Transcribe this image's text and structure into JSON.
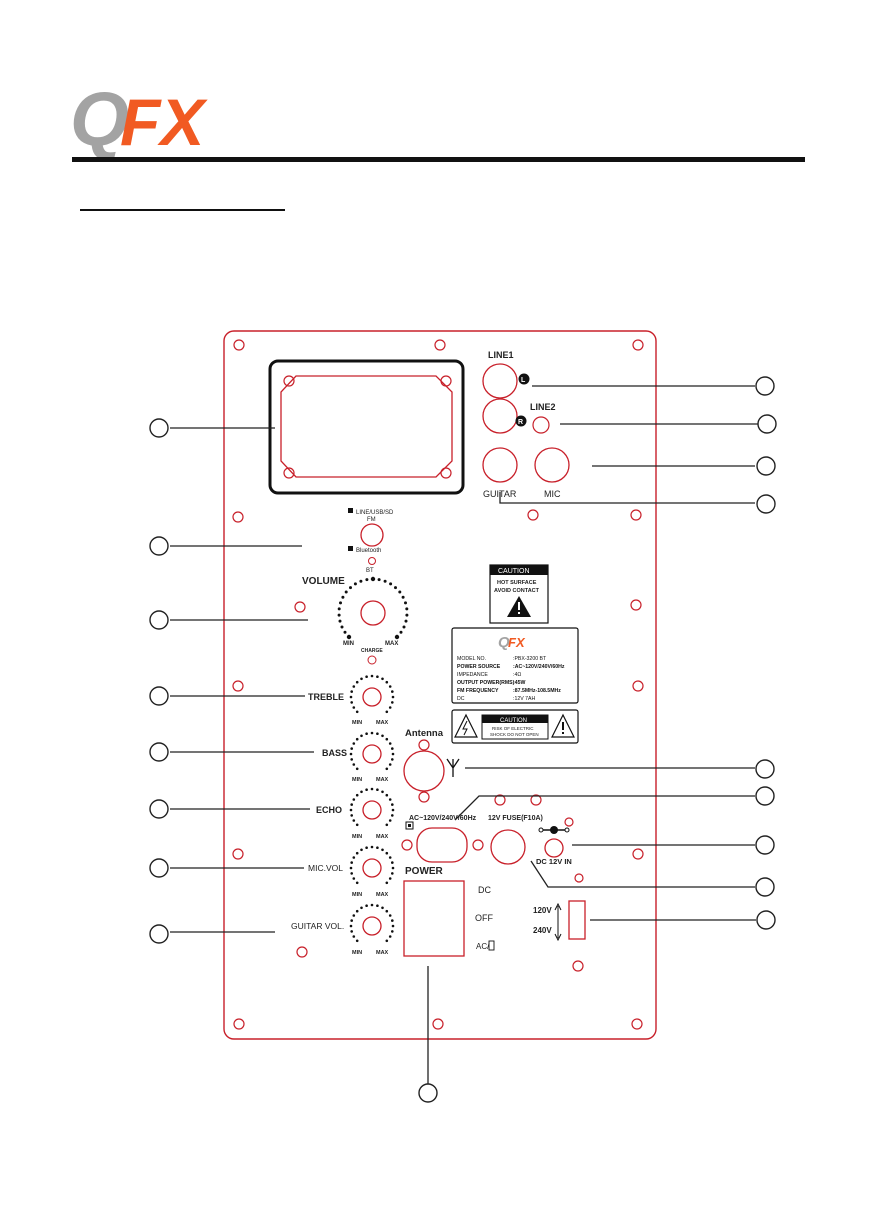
{
  "logo": {
    "text_q": "Q",
    "text_fx": "FX",
    "color_q": "#a3a3a3",
    "color_fx": "#f15a22"
  },
  "panel": {
    "line1": "LINE1",
    "l_badge": "L",
    "r_badge": "R",
    "line2": "LINE2",
    "guitar": "GUITAR",
    "mic": "MIC",
    "mode_top": "LINE/USB/SD",
    "mode_fm": "FM",
    "mode_bt": "Bluetooth",
    "bt": "BT",
    "volume": "VOLUME",
    "charge": "CHARGE",
    "min": "MIN",
    "max": "MAX",
    "treble": "TREBLE",
    "bass": "BASS",
    "echo": "ECHO",
    "micvol": "MIC.VOL",
    "guitarvol": "GUITAR VOL.",
    "antenna": "Antenna",
    "ac_in": "AC~120V/240V/60Hz",
    "fuse": "12V FUSE(F10A)",
    "dc_in": "DC 12V IN",
    "power": "POWER",
    "sw_dc": "DC",
    "sw_off": "OFF",
    "sw_ac": "AC/",
    "v120": "120V",
    "v240": "240V"
  },
  "caution_label": {
    "title": "CAUTION",
    "line1": "HOT SURFACE",
    "line2": "AVOID CONTACT"
  },
  "spec_label": {
    "logo_q": "Q",
    "logo_fx": "FX",
    "rows": [
      {
        "key": "MODEL NO.",
        "value": ":PBX-3200 BT",
        "bold": false
      },
      {
        "key": "POWER SOURCE",
        "value": ":AC~120V/240V/60Hz",
        "bold": true
      },
      {
        "key": "IMPEDANCE",
        "value": ":4Ω",
        "bold": false
      },
      {
        "key": "OUTPUT POWER(RMS)",
        "value": ":45W",
        "bold": true
      },
      {
        "key": "FM FREQUENCY",
        "value": ":87.5MHz-108.5MHz",
        "bold": true
      },
      {
        "key": "DC",
        "value": ":12V 7AH",
        "bold": false
      }
    ]
  },
  "shock_label": {
    "title": "CAUTION",
    "line1": "RISK OF ELECTRIC",
    "line2": "SHOCK DO NOT OPEN"
  },
  "colors": {
    "panel_outline": "#c8202a",
    "ink": "#1a1a1a",
    "callout": "#222222"
  }
}
